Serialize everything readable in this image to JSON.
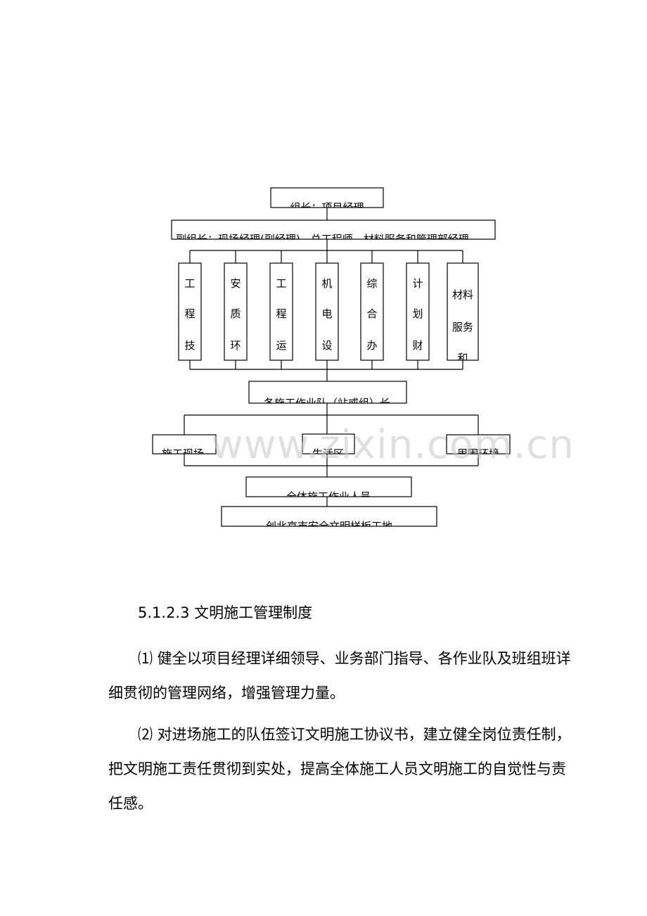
{
  "org_chart": {
    "leader": "组长：项目经理",
    "deputy": "副组长：现场经理(副经理)、总工程师、材料服务和管理部经理",
    "departments": [
      {
        "lines": [
          "工",
          "程",
          "技"
        ]
      },
      {
        "lines": [
          "安",
          "质",
          "环"
        ]
      },
      {
        "lines": [
          "工",
          "程",
          "运"
        ]
      },
      {
        "lines": [
          "机",
          "电",
          "设"
        ]
      },
      {
        "lines": [
          "综",
          "合",
          "办"
        ]
      },
      {
        "lines": [
          "计",
          "划",
          "财"
        ]
      },
      {
        "lines": [
          "材料",
          "服务",
          "和"
        ]
      }
    ],
    "team_leaders": "各施工作业队（站或组）长",
    "areas": [
      "施工现场",
      "生活区",
      "周围环境"
    ],
    "all_staff": "全体施工作业人员",
    "goal": "创北京市安全文明样板工地"
  },
  "watermark": "www.zixin.com.cn",
  "section": {
    "heading": "5.1.2.3  文明施工管理制度",
    "paragraphs": [
      "⑴ 健全以项目经理详细领导、业务部门指导、各作业队及班组班详细贯彻的管理网络，增强管理力量。",
      "⑵ 对进场施工的队伍签订文明施工协议书，建立健全岗位责任制，把文明施工责任贯彻到实处，提高全体施工人员文明施工的自觉性与责任感。"
    ]
  }
}
